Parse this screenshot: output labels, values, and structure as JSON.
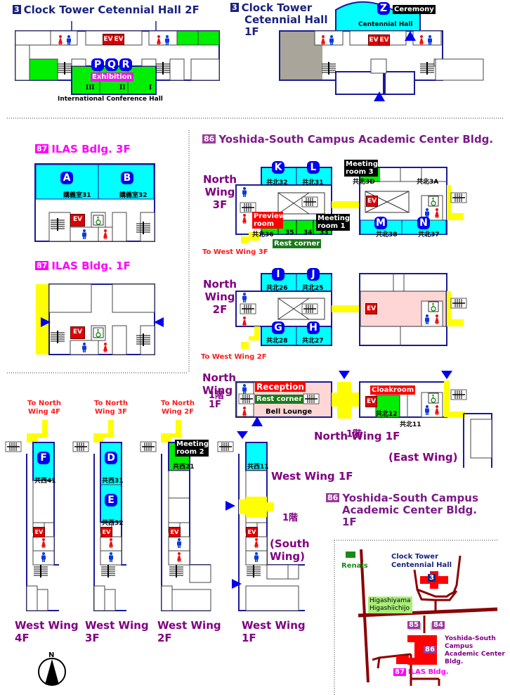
{
  "clock_tower_2f": {
    "badge": "3",
    "title": "Clock Tower Cetennial Hall 2F",
    "pins": [
      "P",
      "Q",
      "R"
    ],
    "exhibition": "Exhibition",
    "rooms": [
      "III",
      "II",
      "I"
    ],
    "hall_label": "International Conference Hall",
    "ev": [
      "EV",
      "EV"
    ]
  },
  "clock_tower_1f": {
    "badge": "3",
    "title_lines": [
      "Clock Tower",
      "Cetennial Hall",
      "1F"
    ],
    "pin": "Z",
    "ceremony": "Ceremony",
    "hall_label": "Centennial Hall",
    "ev": [
      "EV",
      "EV"
    ]
  },
  "ilas_3f": {
    "badge": "87",
    "title": "ILAS Bdlg. 3F",
    "pins": [
      "A",
      "B"
    ],
    "rooms": [
      "講義室31",
      "講義室32"
    ],
    "ev": "EV"
  },
  "ilas_1f": {
    "badge": "87",
    "title": "ILAS Bldg. 1F",
    "ev": "EV"
  },
  "academic_center": {
    "badge": "86",
    "title": "Yoshida-South Campus Academic Center Bldg.",
    "north_3f": {
      "label_lines": [
        "North",
        "Wing",
        "3F"
      ],
      "pins": [
        "K",
        "L",
        "M",
        "N"
      ],
      "rooms": [
        "共北32",
        "共北31",
        "共北3D",
        "共北3A",
        "共北36",
        "35",
        "34",
        "33",
        "共北38",
        "共北37"
      ],
      "preview_room": "Preview room",
      "meeting_room_1": "Meeting room 1",
      "meeting_room_3": "Meeting room 3",
      "rest_corner": "Rest corner",
      "to_west": "To West Wing 3F",
      "ev": "EV"
    },
    "north_2f": {
      "label_lines": [
        "North",
        "Wing",
        "2F"
      ],
      "pins": [
        "I",
        "J",
        "G",
        "H"
      ],
      "rooms": [
        "共北26",
        "共北25",
        "共北28",
        "共北27"
      ],
      "to_west": "To West Wing 2F",
      "ev": "EV"
    },
    "north_1f": {
      "label_lines": [
        "North",
        "Wing",
        "1階",
        "1F"
      ],
      "reception": "Reception",
      "rest_corner": "Rest corner",
      "bell_lounge": "Bell Lounge",
      "cloakroom": "Cloakroom",
      "rooms": [
        "共北12",
        "共北11"
      ],
      "wing_label": "North Wing 1F",
      "wing_overlay": "1階",
      "east_wing": "(East Wing)",
      "ev": "EV"
    }
  },
  "west_wing": {
    "floors": [
      {
        "to": "To North Wing 4F",
        "pins": [
          "F"
        ],
        "rooms": [
          "共西41"
        ],
        "label_lines": [
          "West Wing",
          "4F"
        ]
      },
      {
        "to": "To North Wing 3F",
        "pins": [
          "D",
          "E"
        ],
        "rooms": [
          "共西31",
          "共西32"
        ],
        "label_lines": [
          "West Wing",
          "3F"
        ]
      },
      {
        "to": "To North Wing 2F",
        "meeting": "Meeting room 2",
        "rooms": [
          "共西21"
        ],
        "label_lines": [
          "West Wing",
          "2F"
        ]
      },
      {
        "rooms": [
          "共西11"
        ],
        "label_lines": [
          "West Wing",
          "1F"
        ]
      }
    ],
    "ev": "EV",
    "west_wing_1f_label": "West Wing 1F",
    "floor_1_jp": "1階",
    "south_wing": [
      "(South",
      "Wing)"
    ],
    "academic_1f_badge": "86",
    "academic_1f_title": [
      "Yoshida-South Campus",
      "Academic Center Bldg.",
      "1F"
    ]
  },
  "compass": {
    "label": "N"
  },
  "campus_map": {
    "renais": "Renais",
    "clock_tower": [
      "Clock Tower",
      "Centennial Hall"
    ],
    "clock_badge": "3",
    "station": [
      "Higashiyama",
      "Higashiichijo"
    ],
    "bldg_85": "85",
    "bldg_84": "84",
    "bldg_86": "86",
    "academic": [
      "Yoshida-South",
      "Campus",
      "Academic Center",
      "Bldg."
    ],
    "ilas_badge": "87",
    "ilas": "ILAS Bldg."
  },
  "colors": {
    "wall": "#1a1a99",
    "room_cyan": "#00ffff",
    "room_green": "#00ee00",
    "yellow_path": "#ffff00",
    "pin_blue": "#0000ee",
    "lounge_pink": "#ffd6d6",
    "road": "#8b0000"
  }
}
